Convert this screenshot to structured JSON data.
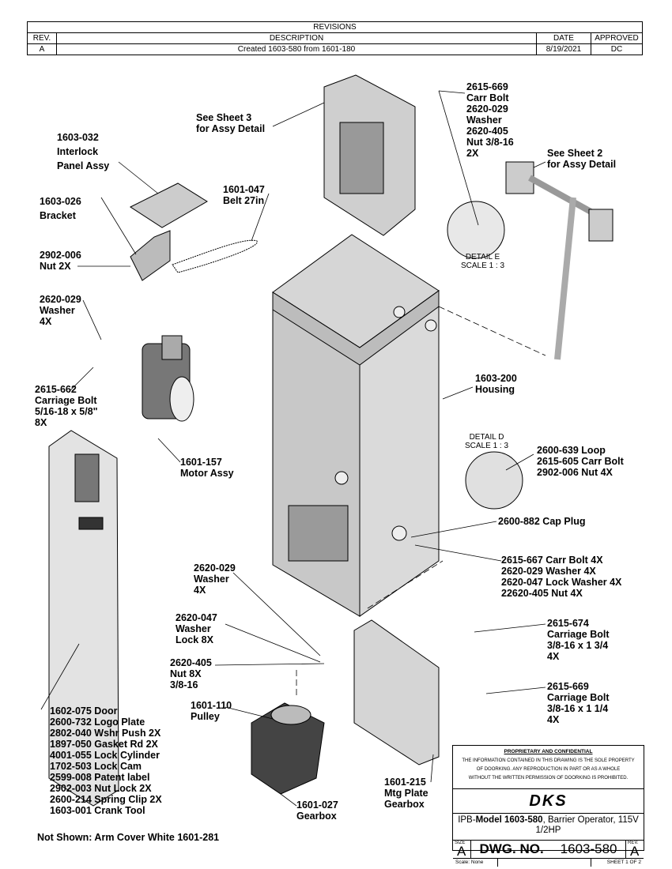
{
  "revisions": {
    "title": "REVISIONS",
    "headers": [
      "REV.",
      "DESCRIPTION",
      "DATE",
      "APPROVED"
    ],
    "rows": [
      [
        "A",
        "Created 1603-580 from 1601-180",
        "8/19/2021",
        "DC"
      ]
    ]
  },
  "callouts": [
    {
      "name": "see-sheet-3",
      "lines": [
        "See Sheet 3",
        "for Assy Detail"
      ]
    },
    {
      "name": "carr-bolt-2615-669-detail",
      "lines": [
        "2615-669",
        "Carr Bolt",
        "2620-029",
        "Washer",
        "2620-405",
        "Nut 3/8-16",
        "2X"
      ]
    },
    {
      "name": "see-sheet-2",
      "lines": [
        "See Sheet 2",
        "for Assy Detail"
      ]
    },
    {
      "name": "interlock-panel",
      "lines": [
        "1603-032",
        "Interlock",
        "Panel Assy"
      ]
    },
    {
      "name": "bracket",
      "lines": [
        "1603-026",
        "Bracket"
      ]
    },
    {
      "name": "belt",
      "lines": [
        "1601-047",
        "Belt 27in"
      ]
    },
    {
      "name": "nut-2902-006",
      "lines": [
        "2902-006",
        "Nut 2X"
      ]
    },
    {
      "name": "washer-2620-029-top",
      "lines": [
        "2620-029",
        "Washer",
        "4X"
      ]
    },
    {
      "name": "housing",
      "lines": [
        "1603-200",
        "Housing"
      ]
    },
    {
      "name": "carriage-bolt-2615-662",
      "lines": [
        "2615-662",
        "Carriage Bolt",
        "5/16-18 x 5/8\"",
        "8X"
      ]
    },
    {
      "name": "motor-assy",
      "lines": [
        "1601-157",
        "Motor Assy"
      ]
    },
    {
      "name": "loop",
      "lines": [
        "2600-639 Loop",
        "2615-605 Carr Bolt",
        "2902-006 Nut 4X"
      ]
    },
    {
      "name": "cap-plug",
      "lines": [
        "2600-882 Cap Plug"
      ]
    },
    {
      "name": "carr-bolt-2615-667",
      "lines": [
        "2615-667 Carr Bolt 4X",
        "2620-029 Washer 4X",
        "2620-047 Lock Washer 4X",
        "22620-405 Nut 4X"
      ]
    },
    {
      "name": "washer-2620-029-bottom",
      "lines": [
        "2620-029",
        "Washer",
        "4X"
      ]
    },
    {
      "name": "lock-washer",
      "lines": [
        "2620-047",
        "Washer",
        "Lock  8X"
      ]
    },
    {
      "name": "carriage-bolt-2615-674",
      "lines": [
        "2615-674",
        "Carriage Bolt",
        "3/8-16 x 1 3/4",
        "4X"
      ]
    },
    {
      "name": "nut-2620-405",
      "lines": [
        "2620-405",
        "Nut  8X",
        "3/8-16"
      ]
    },
    {
      "name": "carriage-bolt-2615-669",
      "lines": [
        "2615-669",
        "Carriage Bolt",
        "3/8-16 x 1 1/4",
        "4X"
      ]
    },
    {
      "name": "pulley",
      "lines": [
        "1601-110",
        "Pulley"
      ]
    },
    {
      "name": "door",
      "lines": [
        "1602-075  Door",
        "2600-732  Logo Plate",
        "2802-040 Wshr Push 2X",
        "1897-050 Gasket Rd 2X",
        "4001-055 Lock Cylinder",
        "1702-503 Lock Cam",
        "2599-008 Patent label",
        "2902-003 Nut Lock 2X",
        "2600-214 Spring Clip 2X",
        "1603-001 Crank Tool"
      ]
    },
    {
      "name": "gearbox",
      "lines": [
        "1601-027",
        "Gearbox"
      ]
    },
    {
      "name": "mtg-plate",
      "lines": [
        "1601-215",
        "Mtg Plate",
        "Gearbox"
      ]
    }
  ],
  "details": [
    {
      "name": "detail-e",
      "lines": [
        "DETAIL E",
        "SCALE 1 : 3"
      ]
    },
    {
      "name": "detail-d",
      "lines": [
        "DETAIL D",
        "SCALE 1 : 3"
      ]
    }
  ],
  "not_shown": "Not Shown: Arm Cover White 1601-281",
  "title_block": {
    "proprietary_title": "PROPRIETARY AND CONFIDENTIAL",
    "proprietary_text": [
      "THE INFORMATION CONTAINED IN THIS DRAWING IS THE SOLE PROPERTY",
      "OF DOORKING. ANY REPRODUCTION IN PART OR AS A WHOLE",
      "WITHOUT THE WRITTEN PERMISSION OF DOORKING IS PROHIBITED."
    ],
    "logo": "DKS",
    "title_prefix": "IPB-",
    "title_bold": "Model 1603-580",
    "title_rest": ", Barrier Operator, 115V",
    "title_line2": "1/2HP",
    "size_label": "SIZE",
    "size": "A",
    "dwg_label": "DWG.  NO.",
    "dwg_no": "1603-580",
    "rev_label": "REV.",
    "rev": "A",
    "scale": "Scale: None",
    "sheet": "SHEET 1 OF 2"
  }
}
